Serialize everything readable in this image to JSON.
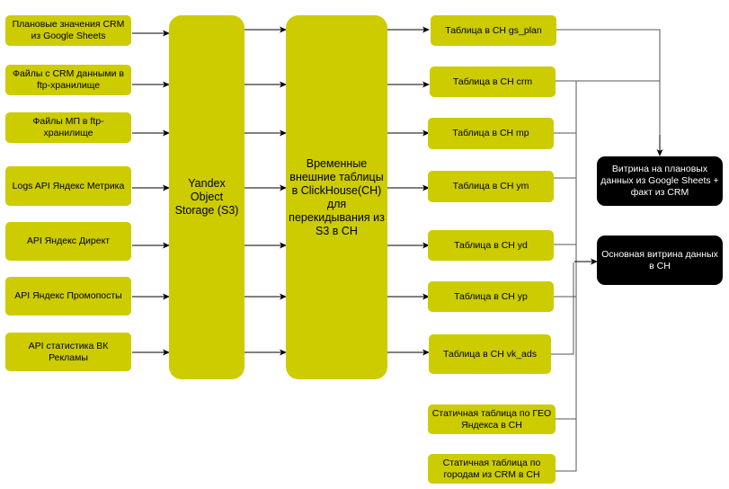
{
  "diagram": {
    "sources": [
      {
        "id": "src-crm-plan",
        "label": "Плановые значения CRM из Google Sheets"
      },
      {
        "id": "src-crm-ftp",
        "label": "Файлы с CRM данными в ftp-хранилище"
      },
      {
        "id": "src-mp-ftp",
        "label": "Файлы МП в ftp-хранилище"
      },
      {
        "id": "src-metrika",
        "label": "Logs API Яндекс Метрика"
      },
      {
        "id": "src-direct",
        "label": "API Яндекс Директ"
      },
      {
        "id": "src-promoposts",
        "label": "API Яндекс Промопосты"
      },
      {
        "id": "src-vk",
        "label": "API статистика ВК Рекламы"
      }
    ],
    "storage": {
      "label": "Yandex Object Storage (S3)"
    },
    "external_tables": {
      "label": "Временные внешние таблицы в ClickHouse(CH) для перекидывания из S3 в CH"
    },
    "tables": [
      {
        "id": "t-gs-plan",
        "label": "Таблица в CH gs_plan"
      },
      {
        "id": "t-crm",
        "label": "Таблица в CH crm"
      },
      {
        "id": "t-mp",
        "label": "Таблица в CH mp"
      },
      {
        "id": "t-ym",
        "label": "Таблица в CH ym"
      },
      {
        "id": "t-yd",
        "label": "Таблица в CH yd"
      },
      {
        "id": "t-yp",
        "label": "Таблица в CH yp"
      },
      {
        "id": "t-vk-ads",
        "label": "Таблица в CH vk_ads"
      },
      {
        "id": "t-geo",
        "label": "Статичная таблица по ГЕО Яндекса в CH"
      },
      {
        "id": "t-cities",
        "label": "Статичная таблица по городам из CRM в CH"
      }
    ],
    "marts": [
      {
        "id": "mart-plan",
        "label": "Витрина на плановых данных из Google Sheets + факт из CRM"
      },
      {
        "id": "mart-main",
        "label": "Основная витрина данных в CH"
      }
    ],
    "colors": {
      "node_fill": "#cccc00",
      "mart_fill": "#000000",
      "mart_text": "#ffffff",
      "edge": "#000000"
    }
  }
}
